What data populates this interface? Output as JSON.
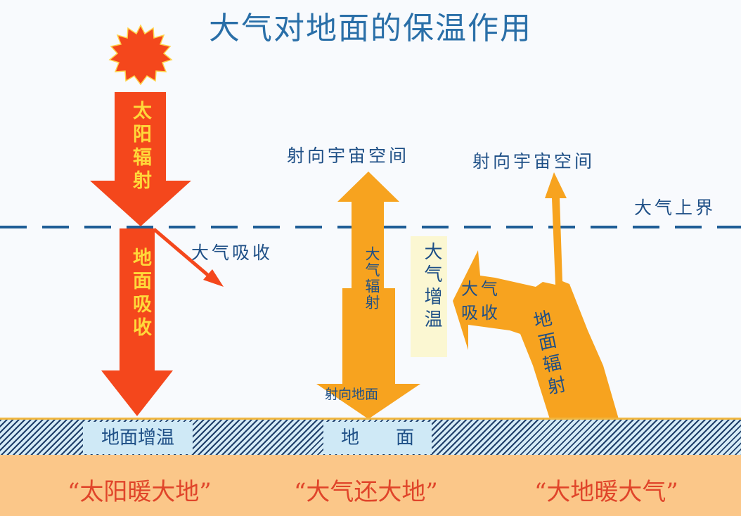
{
  "title": "大气对地面的保温作用",
  "colors": {
    "title": "#2a6fa8",
    "label_blue": "#1e4f86",
    "sun_red": "#f4471c",
    "solar_arrow": "#f4471c",
    "atmos_arrow": "#f7a31f",
    "dashed_line": "#1e5d96",
    "ground_band": "#fbc789",
    "slogan_red": "#e0452a",
    "yellow_text": "#ffd83a"
  },
  "boundary": {
    "label": "大气上界"
  },
  "solar": {
    "sun_icon": "sun-icon",
    "arrow_label": "太阳辐射",
    "ground_absorb_label": "地面吸收",
    "atmos_absorb_label": "大气吸收"
  },
  "atmos_radiation": {
    "to_space_label": "射向宇宙空间",
    "arrow_label": "大气辐射",
    "to_ground_label": "射向地面",
    "warming_note": "大气增温"
  },
  "ground_radiation": {
    "to_space_label": "射向宇宙空间",
    "arrow_label": "地面辐射",
    "absorb_label": "大气吸收"
  },
  "ground": {
    "warming_tag": "地面增温",
    "ground_tag": "地　　面"
  },
  "slogans": [
    "“太阳暖大地”",
    "“大气还大地”",
    "“大地暖大气”"
  ]
}
